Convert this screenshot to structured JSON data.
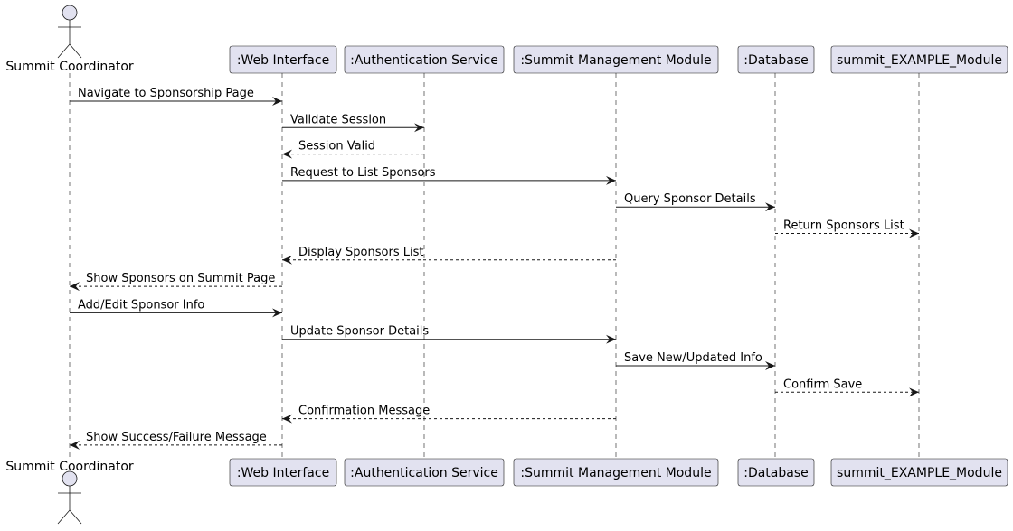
{
  "colors": {
    "participant_fill": "#E2E2F0",
    "participant_border": "#181818",
    "lifeline": "#181818",
    "arrow": "#181818",
    "background": "#FFFFFF"
  },
  "diagram": {
    "type": "sequence",
    "participants": [
      {
        "id": "coordinator",
        "label": "Summit Coordinator",
        "kind": "actor"
      },
      {
        "id": "web",
        "label": ":Web Interface",
        "kind": "box"
      },
      {
        "id": "auth",
        "label": ":Authentication Service",
        "kind": "box"
      },
      {
        "id": "smm",
        "label": ":Summit Management Module",
        "kind": "box"
      },
      {
        "id": "db",
        "label": ":Database",
        "kind": "box"
      },
      {
        "id": "example",
        "label": "summit_EXAMPLE_Module",
        "kind": "box"
      }
    ],
    "messages": [
      {
        "from": "coordinator",
        "to": "web",
        "label": "Navigate to Sponsorship Page",
        "style": "solid"
      },
      {
        "from": "web",
        "to": "auth",
        "label": "Validate Session",
        "style": "solid"
      },
      {
        "from": "auth",
        "to": "web",
        "label": "Session Valid",
        "style": "dashed"
      },
      {
        "from": "web",
        "to": "smm",
        "label": "Request to List Sponsors",
        "style": "solid"
      },
      {
        "from": "smm",
        "to": "db",
        "label": "Query Sponsor Details",
        "style": "solid"
      },
      {
        "from": "db",
        "to": "example",
        "label": "Return Sponsors List",
        "style": "dashed"
      },
      {
        "from": "smm",
        "to": "web",
        "label": "Display Sponsors List",
        "style": "dashed"
      },
      {
        "from": "web",
        "to": "coordinator",
        "label": "Show Sponsors on Summit Page",
        "style": "dashed"
      },
      {
        "from": "coordinator",
        "to": "web",
        "label": "Add/Edit Sponsor Info",
        "style": "solid"
      },
      {
        "from": "web",
        "to": "smm",
        "label": "Update Sponsor Details",
        "style": "solid"
      },
      {
        "from": "smm",
        "to": "db",
        "label": "Save New/Updated Info",
        "style": "solid"
      },
      {
        "from": "db",
        "to": "example",
        "label": "Confirm Save",
        "style": "dashed"
      },
      {
        "from": "smm",
        "to": "web",
        "label": "Confirmation Message",
        "style": "dashed"
      },
      {
        "from": "web",
        "to": "coordinator",
        "label": "Show Success/Failure Message",
        "style": "dashed"
      }
    ]
  }
}
